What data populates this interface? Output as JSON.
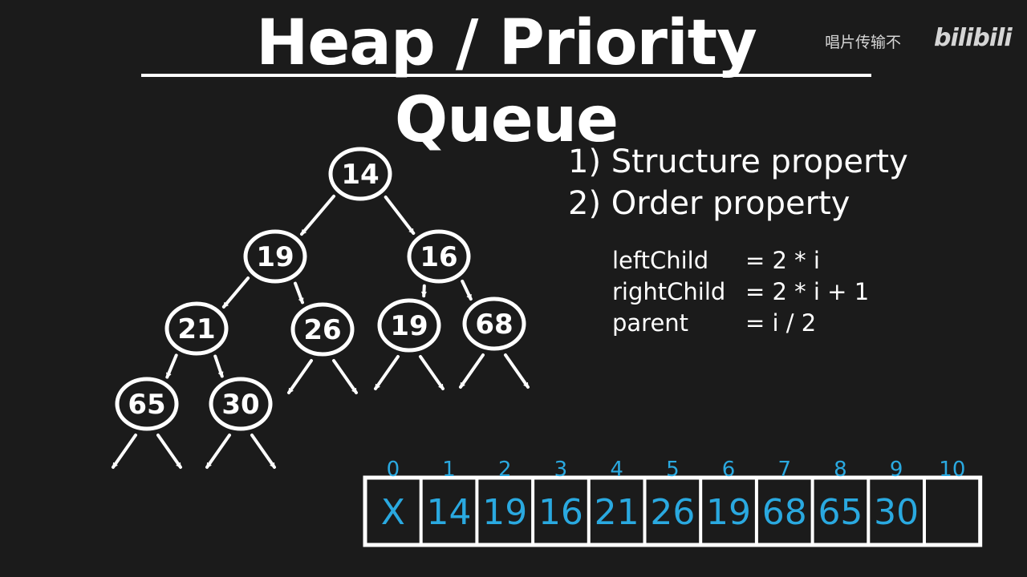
{
  "title": "Heap / Priority Queue",
  "watermark": {
    "text": "唱片传输不",
    "logo": "bilibili"
  },
  "properties": [
    "1) Structure property",
    "2) Order property"
  ],
  "formulas": [
    {
      "label": "leftChild",
      "expr": "= 2 * i"
    },
    {
      "label": "rightChild",
      "expr": "= 2 * i + 1"
    },
    {
      "label": "parent",
      "expr": "= i / 2"
    }
  ],
  "tree_nodes": [
    "14",
    "19",
    "16",
    "21",
    "26",
    "19",
    "68",
    "65",
    "30"
  ],
  "array": {
    "indices": [
      "0",
      "1",
      "2",
      "3",
      "4",
      "5",
      "6",
      "7",
      "8",
      "9",
      "10"
    ],
    "values": [
      "X",
      "14",
      "19",
      "16",
      "21",
      "26",
      "19",
      "68",
      "65",
      "30",
      ""
    ]
  },
  "colors": {
    "ink": "#ffffff",
    "accent": "#2aa9e0",
    "background": "#1b1b1b"
  }
}
